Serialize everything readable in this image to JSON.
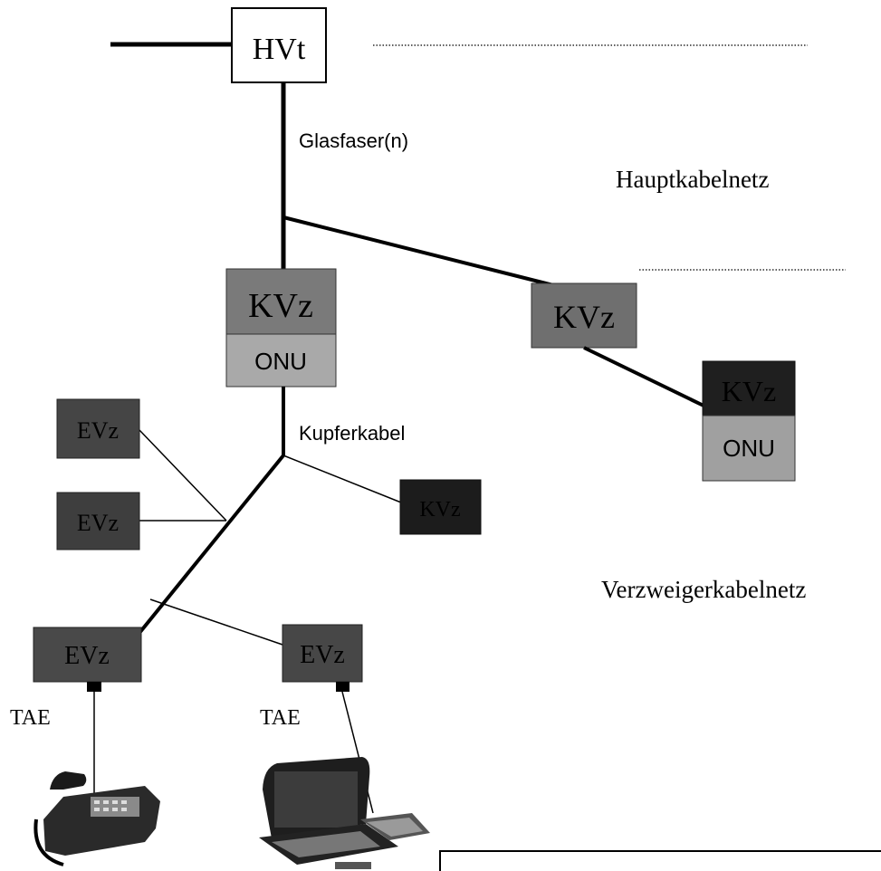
{
  "labels": {
    "hvt": "HVt",
    "glasfaser": "Glasfaser(n)",
    "hauptkabelnetz": "Hauptkabelnetz",
    "kupferkabel": "Kupferkabel",
    "verzweigerkabelnetz": "Verzweigerkabelnetz",
    "kvz_main": "KVz",
    "onu_main": "ONU",
    "kvz_right": "KVz",
    "kvz_far": "KVz",
    "onu_far": "ONU",
    "evz_small": "KVz",
    "evz_left_top": "EVz",
    "evz_left_mid": "EVz",
    "evz_bottom_left": "EVz",
    "evz_bottom_mid": "EVz",
    "tae_left": "TAE",
    "tae_mid": "TAE"
  },
  "colors": {
    "kvz_box": "#7a7a7a",
    "onu_box": "#a9a9a9",
    "dark_box": "#3f3f3f",
    "darker_box": "#1f1f1f",
    "line": "#000000"
  },
  "icons": {
    "telephone": "telephone-icon",
    "laptop": "laptop-icon"
  }
}
